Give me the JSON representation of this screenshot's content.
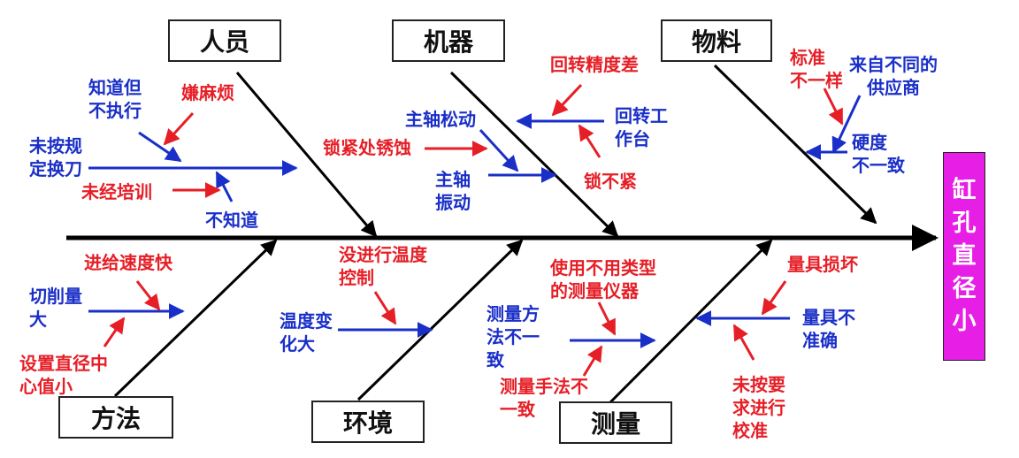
{
  "categories": {
    "people": "人员",
    "machine": "机器",
    "material": "物料",
    "method": "方法",
    "environment": "环境",
    "measurement": "测量"
  },
  "effect": "缸\n孔\n直\n径\n小",
  "causes": {
    "people": {
      "know_not_execute": "知道但\n不执行",
      "troublesome": "嫌麻烦",
      "not_change_tool": "未按规\n定换刀",
      "not_trained": "未经培训",
      "dont_know": "不知道"
    },
    "machine": {
      "rotation_precision": "回转精度差",
      "spindle_loose": "主轴松动",
      "rotary_table": "回转工\n作台",
      "lock_rust": "锁紧处锈蚀",
      "not_locked": "锁不紧",
      "spindle_vibration": "主轴\n振动"
    },
    "material": {
      "standard_diff": "标准\n不一样",
      "diff_suppliers": "来自不同的\n供应商",
      "hardness_diff": "硬度\n不一致"
    },
    "method": {
      "feed_fast": "进给速度快",
      "cut_amount": "切削量\n大",
      "center_small": "设置直径中\n心值小"
    },
    "environment": {
      "no_temp_control": "没进行温度\n控制",
      "temp_change": "温度变\n化大"
    },
    "measurement": {
      "wrong_instrument": "使用不用类型\n的测量仪器",
      "method_diff": "测量方\n法不一\n致",
      "technique_diff": "测量手法不\n一致",
      "gauge_damaged": "量具损坏",
      "gauge_inaccurate": "量具不\n准确",
      "not_calibrated": "未按要\n求进行\n校准"
    }
  },
  "colors": {
    "spine": "#000000",
    "cause_blue": "#1a2fc8",
    "subcause_red": "#e61e26",
    "effect_bg": "#e61ee6"
  }
}
